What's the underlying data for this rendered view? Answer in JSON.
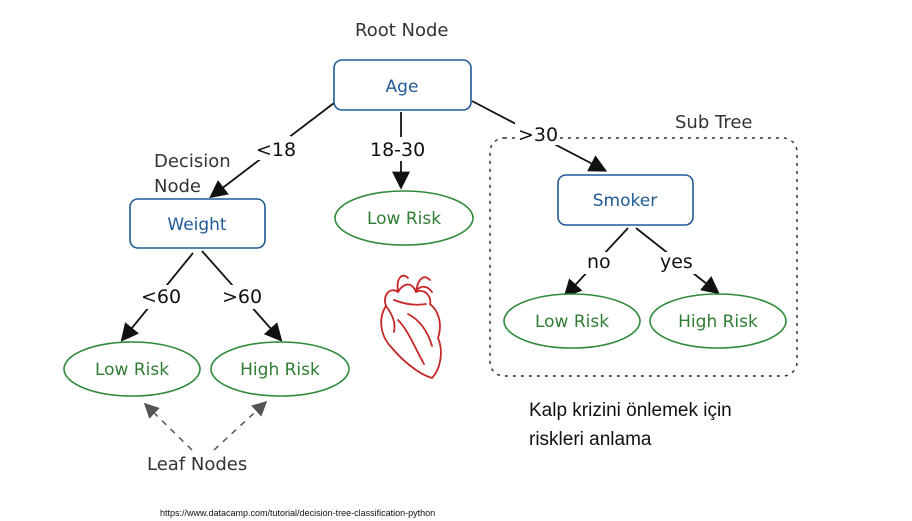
{
  "labels": {
    "root_node": "Root Node",
    "sub_tree": "Sub Tree",
    "decision_node_line1": "Decision",
    "decision_node_line2": "Node",
    "leaf_nodes": "Leaf Nodes"
  },
  "nodes": {
    "age": "Age",
    "weight": "Weight",
    "smoker": "Smoker"
  },
  "leaves": {
    "age_middle": "Low Risk",
    "weight_low": "Low Risk",
    "weight_high": "High Risk",
    "smoker_no": "Low Risk",
    "smoker_yes": "High Risk"
  },
  "edges": {
    "age_lt18": "<18",
    "age_18_30": "18-30",
    "age_gt30": ">30",
    "weight_lt60": "<60",
    "weight_gt60": ">60",
    "smoker_no": "no",
    "smoker_yes": "yes"
  },
  "caption": {
    "line1": "Kalp krizini önlemek için",
    "line2": "riskleri anlama"
  },
  "source": "https://www.datacamp.com/tutorial/decision-tree-classification-python",
  "colors": {
    "node_stroke": "#1f5a96",
    "leaf_stroke": "#2f8a3a",
    "heart": "#c62828"
  },
  "icons": {
    "heart": "anatomical-heart-icon"
  }
}
